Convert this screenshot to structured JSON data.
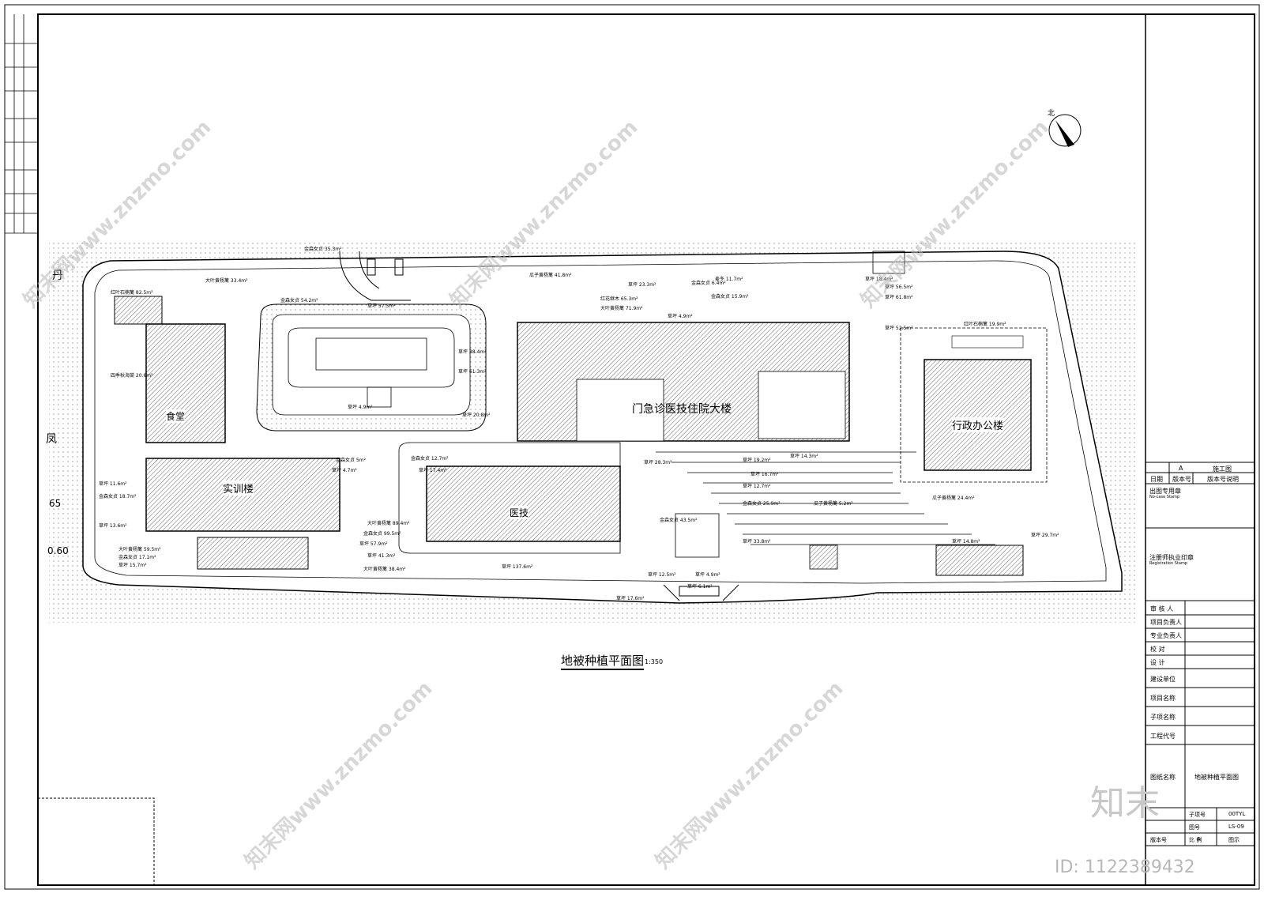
{
  "drawing": {
    "title": "地被种植平面图",
    "scale": "1:350",
    "north_label": "北"
  },
  "buildings": {
    "main": "门急诊医技住院大楼",
    "admin": "行政办公楼",
    "training": "实训楼",
    "canteen": "食堂",
    "medtech": "医技"
  },
  "left_labels": [
    "丹",
    "凤",
    "65",
    "0.60"
  ],
  "title_block": {
    "stage_code": "A",
    "stage_name": "施工图",
    "date_label": "日期",
    "version_label": "版本号",
    "version_desc": "版本号说明",
    "stamp_label": "出图专用章",
    "stamp_en": "No-case Stamp",
    "reg_label": "注册师执业印章",
    "reg_en": "Registration Stamp",
    "reviewer": "审 核 人",
    "project_lead": "项目负责人",
    "discipline_lead": "专业负责人",
    "checker": "校  对",
    "designer": "设  计",
    "client": "建设单位",
    "project_name": "项目名称",
    "sub_project": "子项名称",
    "project_code": "工程代号",
    "drawing_name_label": "图纸名称",
    "drawing_name": "地被种植平面图",
    "sub_item_label": "子项号",
    "sub_item": "00TYL",
    "drawing_no_label": "图号",
    "drawing_no": "LS-09",
    "scale_label": "比  例",
    "scale": "图示",
    "version_no_label": "版本号",
    "version_no": "A"
  },
  "plant_labels": [
    "大叶黄杨篱 33.4m²",
    "金森女贞 35.3m²",
    "红叶石楠篱 82.5m²",
    "四季秋海棠 20.6m²",
    "金森女贞 54.2m²",
    "草坪 57.5m²",
    "瓜子黄杨篱 41.8m²",
    "草坪 23.3m²",
    "红花继木 65.3m²",
    "大叶黄杨篱 71.9m²",
    "金森女贞 6.4m²",
    "麦冬 11.7m²",
    "草坪 18.4m²",
    "草坪 56.5m²",
    "草坪 61.8m²",
    "草坪 52.5m²",
    "金森女贞 15.9m²",
    "草坪 4.9m²",
    "红叶石楠篱 19.9m²",
    "草坪 38.4m²",
    "草坪 61.3m²",
    "草坪 20.8m²",
    "金森女贞 12.7m²",
    "草坪 17.4m²",
    "草坪 28.3m²",
    "草坪 19.2m²",
    "草坪 16.7m²",
    "草坪 12.7m²",
    "金森女贞 25.9m²",
    "瓜子黄杨篱 5.2m²",
    "草坪 14.3m²",
    "瓜子黄杨篱 24.4m²",
    "草坪 11.6m²",
    "金森女贞 18.7m²",
    "草坪 13.6m²",
    "大叶黄杨篱 59.5m²",
    "金森女贞 17.1m²",
    "草坪 15.7m²",
    "大叶黄杨篱 89.4m²",
    "金森女贞 99.5m²",
    "草坪 57.9m²",
    "草坪 41.3m²",
    "大叶黄杨篱 38.4m²",
    "草坪 137.6m²",
    "草坪 12.5m²",
    "草坪 4.9m²",
    "草坪 6.1m²",
    "草坪 17.6m²",
    "草坪 14.8m²",
    "草坪 29.7m²",
    "金森女贞 43.5m²",
    "草坪 33.8m²",
    "草坪 4.7m²",
    "金森女贞 5m²",
    "草坪 4.9m²"
  ],
  "watermark": {
    "site": "知末网www.znzmo.com",
    "brand": "知末",
    "id": "ID: 1122389432"
  },
  "colors": {
    "line": "#000000",
    "watermark": "#b0b0b0"
  }
}
